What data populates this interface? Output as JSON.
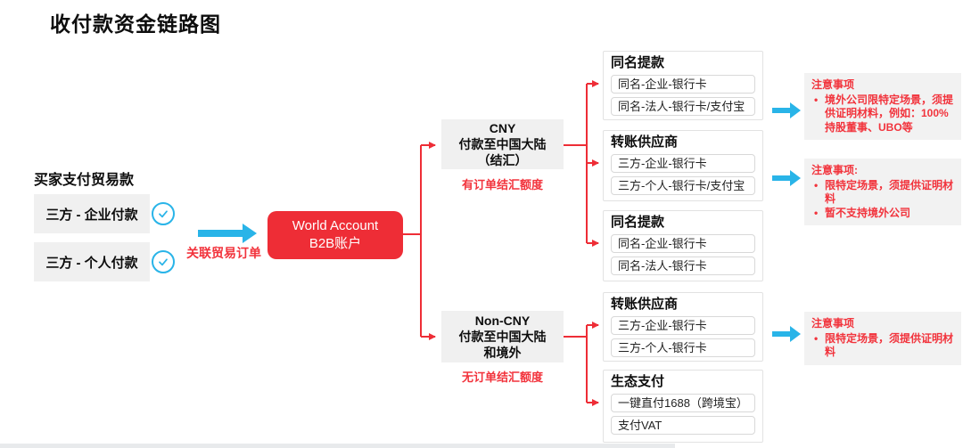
{
  "title": "收付款资金链路图",
  "colors": {
    "red": "#ee2d36",
    "cyan": "#29b4e8",
    "node_gray": "#f0f0f0",
    "note_gray": "#f2f2f2"
  },
  "left_panel": {
    "heading": "买家支付贸易款",
    "options": [
      {
        "label": "三方 - 企业付款",
        "checked": true
      },
      {
        "label": "三方 - 个人付款",
        "checked": true
      }
    ],
    "arrow_label": "关联贸易订单"
  },
  "account_node": {
    "lines": [
      "World Account",
      "B2B账户"
    ]
  },
  "branch_nodes": [
    {
      "lines": [
        "CNY",
        "付款至中国大陆",
        "（结汇）"
      ],
      "note": "有订单结汇额度"
    },
    {
      "lines": [
        "Non-CNY",
        "付款至中国大陆",
        "和境外"
      ],
      "note": "无订单结汇额度"
    }
  ],
  "groups": [
    {
      "title": "同名提款",
      "items": [
        "同名-企业-银行卡",
        "同名-法人-银行卡/支付宝"
      ]
    },
    {
      "title": "转账供应商",
      "items": [
        "三方-企业-银行卡",
        "三方-个人-银行卡/支付宝"
      ]
    },
    {
      "title": "同名提款",
      "items": [
        "同名-企业-银行卡",
        "同名-法人-银行卡"
      ]
    },
    {
      "title": "转账供应商",
      "items": [
        "三方-企业-银行卡",
        "三方-个人-银行卡"
      ]
    },
    {
      "title": "生态支付",
      "items": [
        "一键直付1688（跨境宝）",
        "支付VAT"
      ]
    }
  ],
  "notes": [
    {
      "title": "注意事项",
      "bullets": [
        "境外公司限特定场景，须提供证明材料，例如：100%持股董事、UBO等"
      ]
    },
    {
      "title": "注意事项:",
      "bullets": [
        "限特定场景，须提供证明材料",
        "暂不支持境外公司"
      ]
    },
    {
      "title": "注意事项",
      "bullets": [
        "限特定场景，须提供证明材料"
      ]
    }
  ],
  "icons": {
    "check": "check-icon",
    "flow_arrow": "arrow-right-icon"
  }
}
